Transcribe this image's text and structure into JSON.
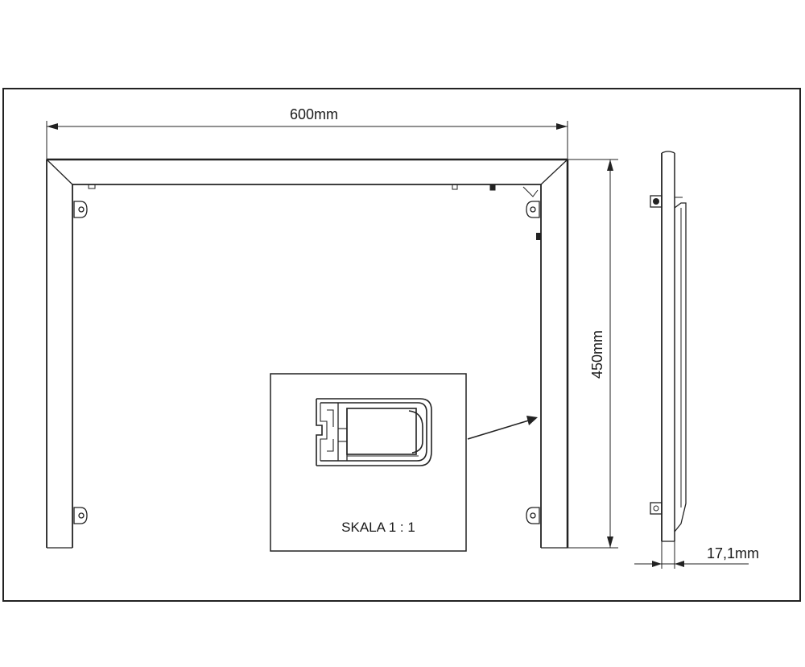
{
  "dimensions": {
    "width_label": "600mm",
    "height_label": "450mm",
    "depth_label": "17,1mm"
  },
  "detail": {
    "scale_label": "SKALA 1 : 1"
  }
}
